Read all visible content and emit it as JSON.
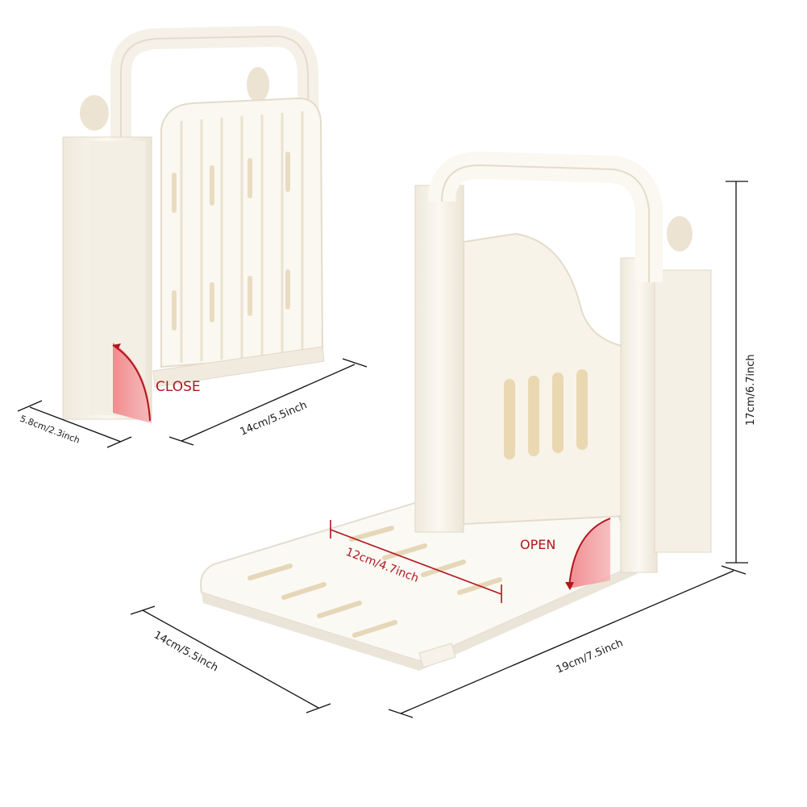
{
  "image": {
    "description": "Foldable bread slicer guide shown closed (left) and open (right) with dimension annotations",
    "background": "#ffffff",
    "product_color": "#f7f3ea",
    "slot_color": "#e9dcc0",
    "accent_red": "#b0161c",
    "accent_pink": "#f08a8f"
  },
  "closed_unit": {
    "state_label": "CLOSE",
    "depth_label": "5.8cm/2.3inch",
    "width_label": "14cm/5.5inch"
  },
  "open_unit": {
    "state_label": "OPEN",
    "slice_width_label": "12cm/4.7inch",
    "base_width_label": "14cm/5.5inch",
    "length_label": "19cm/7.5inch",
    "height_label": "17cm/6.7inch"
  }
}
